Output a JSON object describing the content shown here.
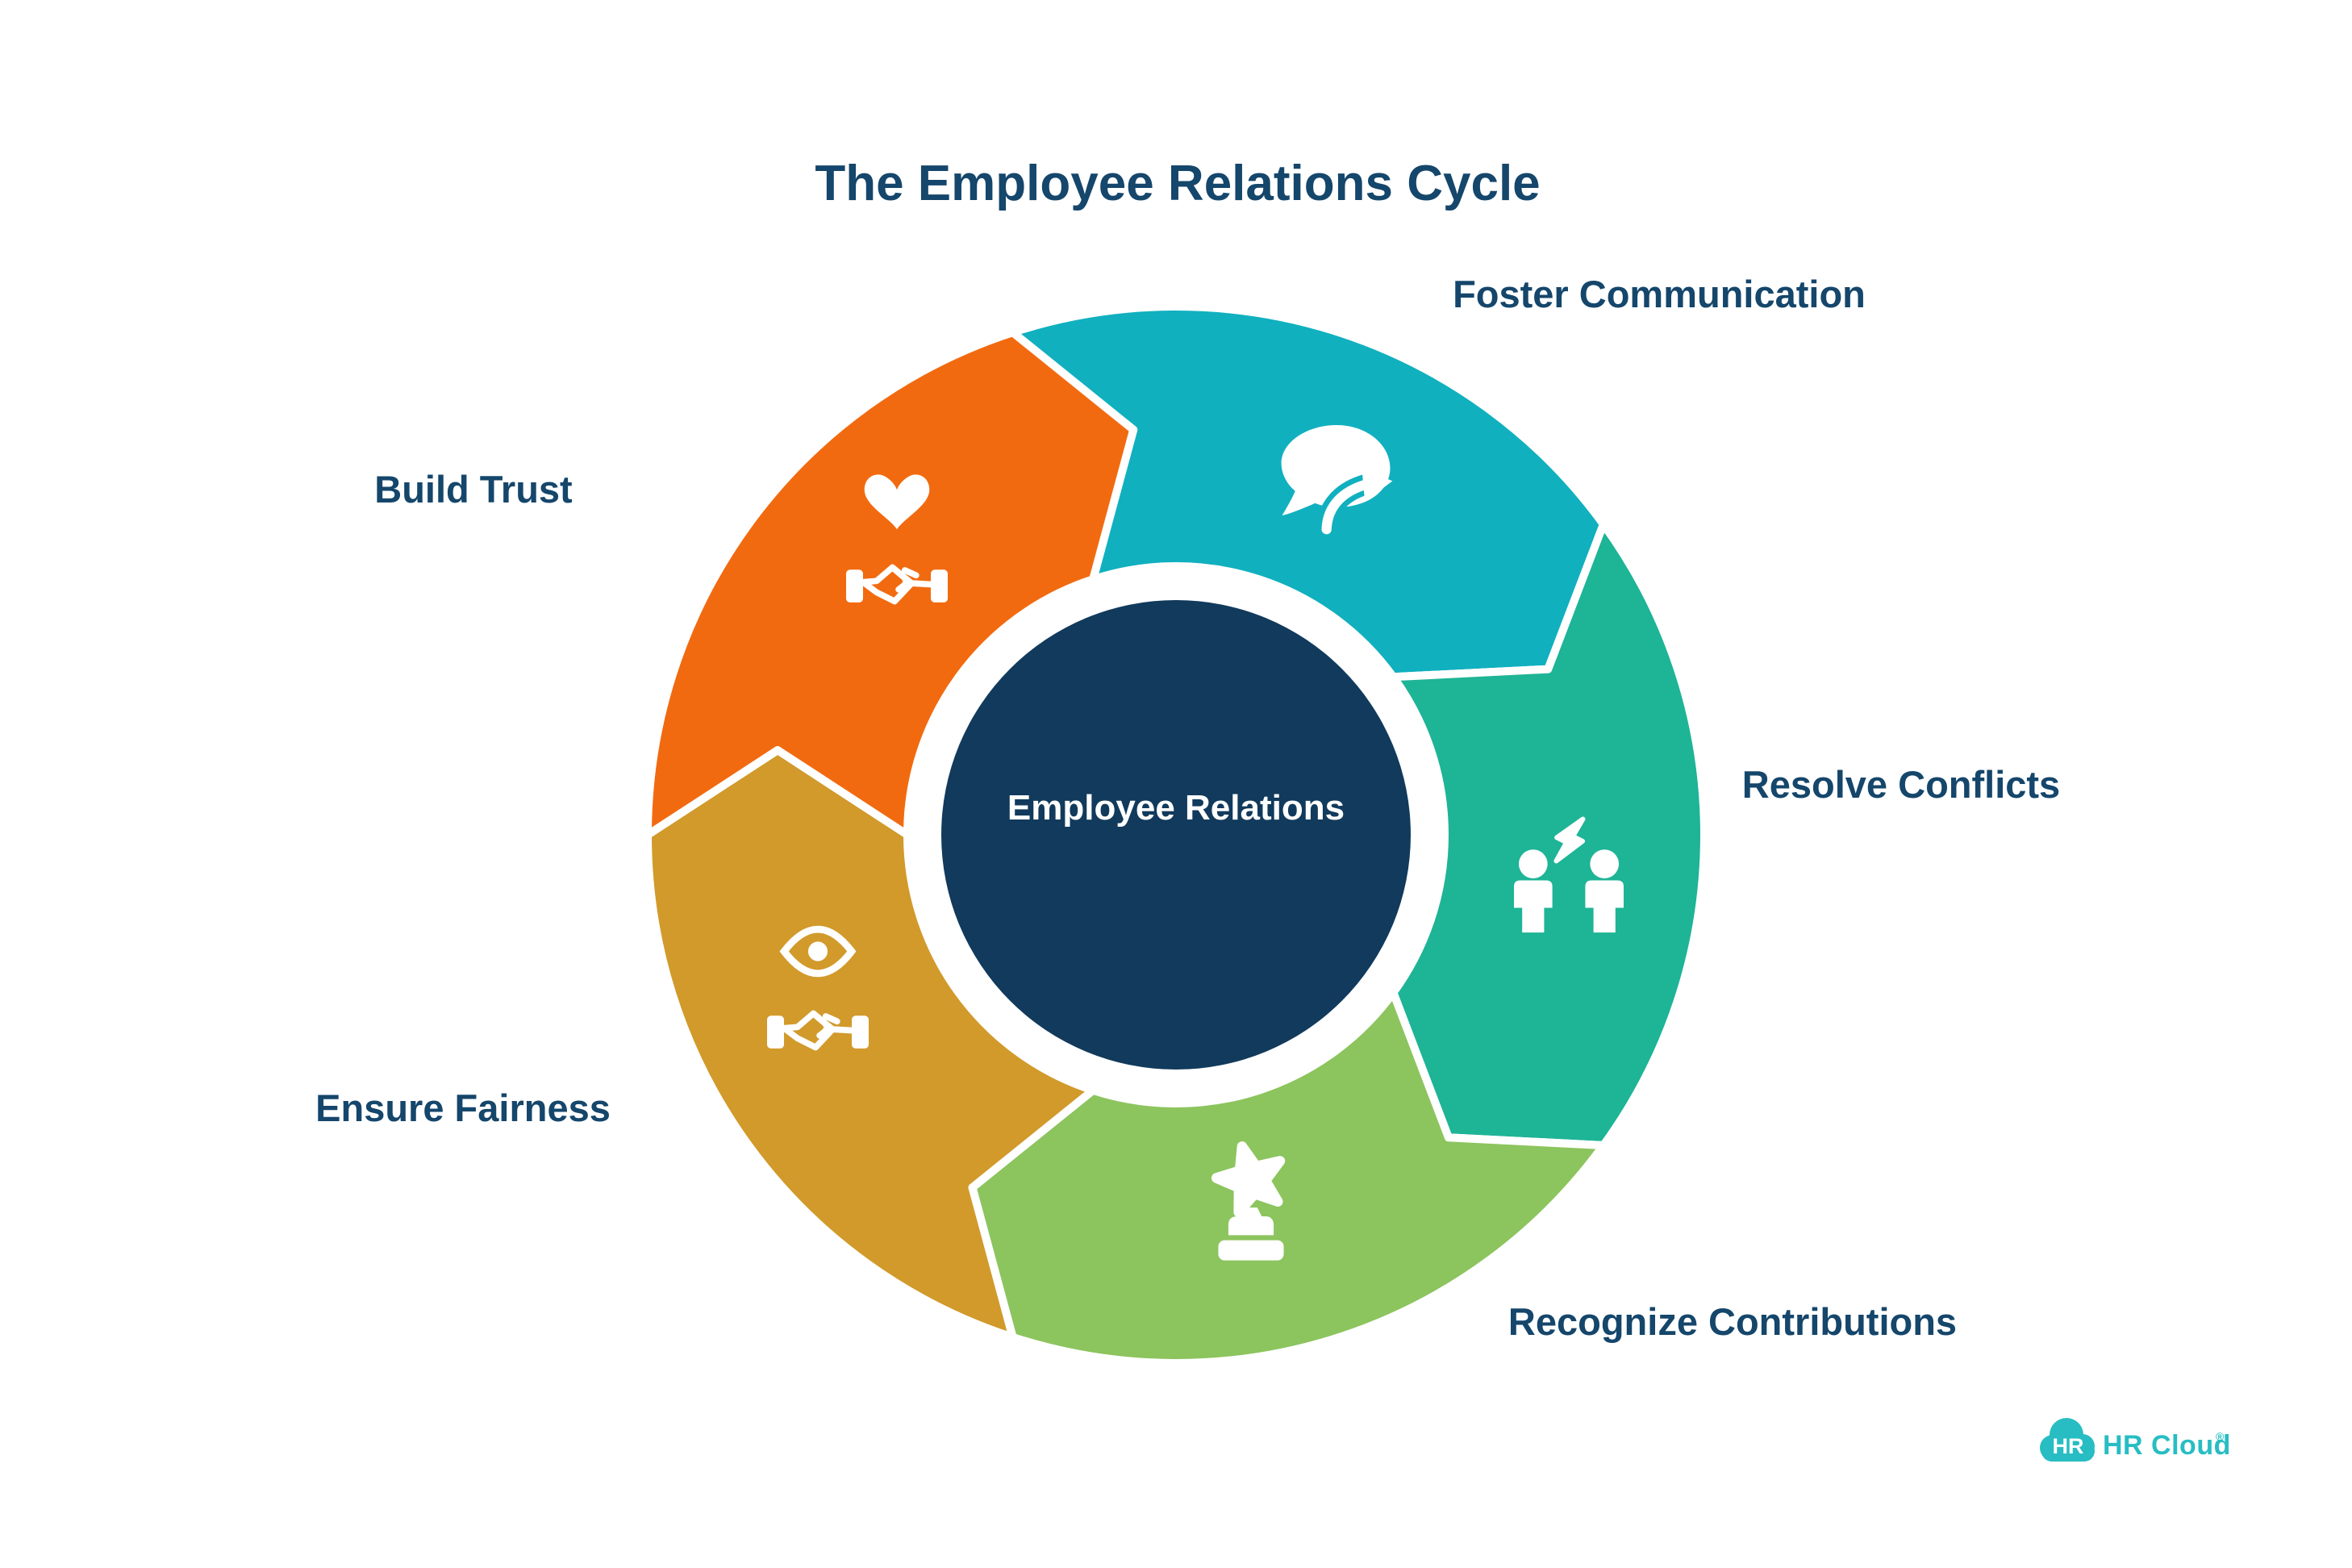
{
  "title": "The Employee Relations Cycle",
  "center": {
    "label": "Employee Relations",
    "color": "#113A5C"
  },
  "colors": {
    "background": "#FFFFFF",
    "label_text": "#15466B",
    "icon": "#FFFFFF",
    "separator": "#FFFFFF"
  },
  "segments": [
    {
      "label": "Foster Communication",
      "color": "#10B0BF",
      "icon": "speech-bubble-share-icon",
      "position": "top-right"
    },
    {
      "label": "Resolve Conflicts",
      "color": "#1EB496",
      "icon": "people-conflict-lightning-icon",
      "position": "right"
    },
    {
      "label": "Recognize Contributions",
      "color": "#8CC45E",
      "icon": "star-trophy-icon",
      "position": "bottom-right"
    },
    {
      "label": "Ensure Fairness",
      "color": "#D19A2B",
      "icon": "eye-handshake-icon",
      "position": "bottom-left"
    },
    {
      "label": "Build Trust",
      "color": "#F26A10",
      "icon": "heart-handshake-icon",
      "position": "top-left"
    }
  ],
  "logo": {
    "badge_text": "HR",
    "brand_text": "HR Cloud",
    "registered_mark": "®",
    "color": "#27BDC3"
  }
}
